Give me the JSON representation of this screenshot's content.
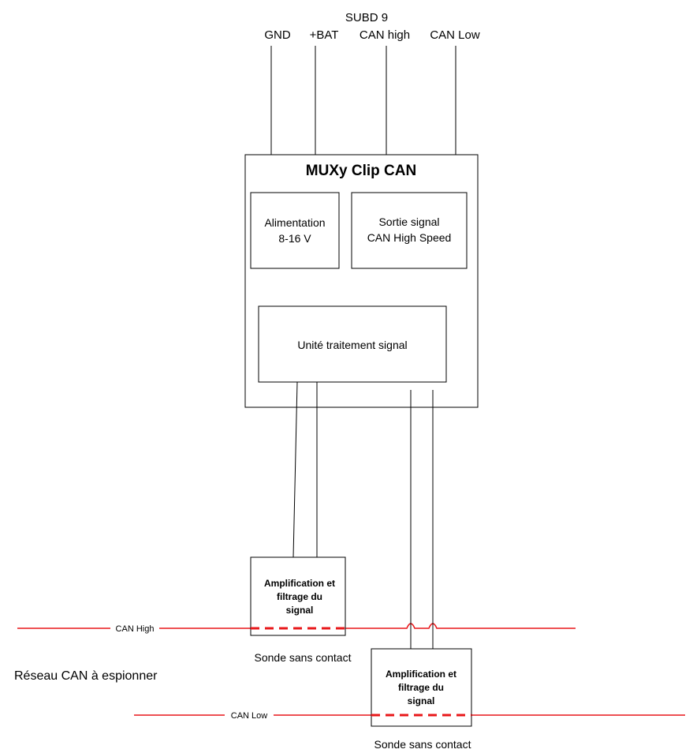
{
  "connector": {
    "title": "SUBD 9",
    "pins": [
      "GND",
      "+BAT",
      "CAN high",
      "CAN Low"
    ]
  },
  "device": {
    "title": "MUXy Clip CAN",
    "power_block": [
      "Alimentation",
      "8-16 V"
    ],
    "output_block": [
      "Sortie signal",
      "CAN High Speed"
    ],
    "processing_block": "Unité traitement signal"
  },
  "probe_high": {
    "block": [
      "Amplification et",
      "filtrage du",
      "signal"
    ],
    "caption": "Sonde sans contact",
    "bus_label": "CAN High"
  },
  "probe_low": {
    "block": [
      "Amplification et",
      "filtrage du",
      "signal"
    ],
    "caption": "Sonde sans contact",
    "bus_label": "CAN Low"
  },
  "network_label": "Réseau CAN à espionner",
  "colors": {
    "bus": "#e8171a",
    "line": "#000000"
  }
}
